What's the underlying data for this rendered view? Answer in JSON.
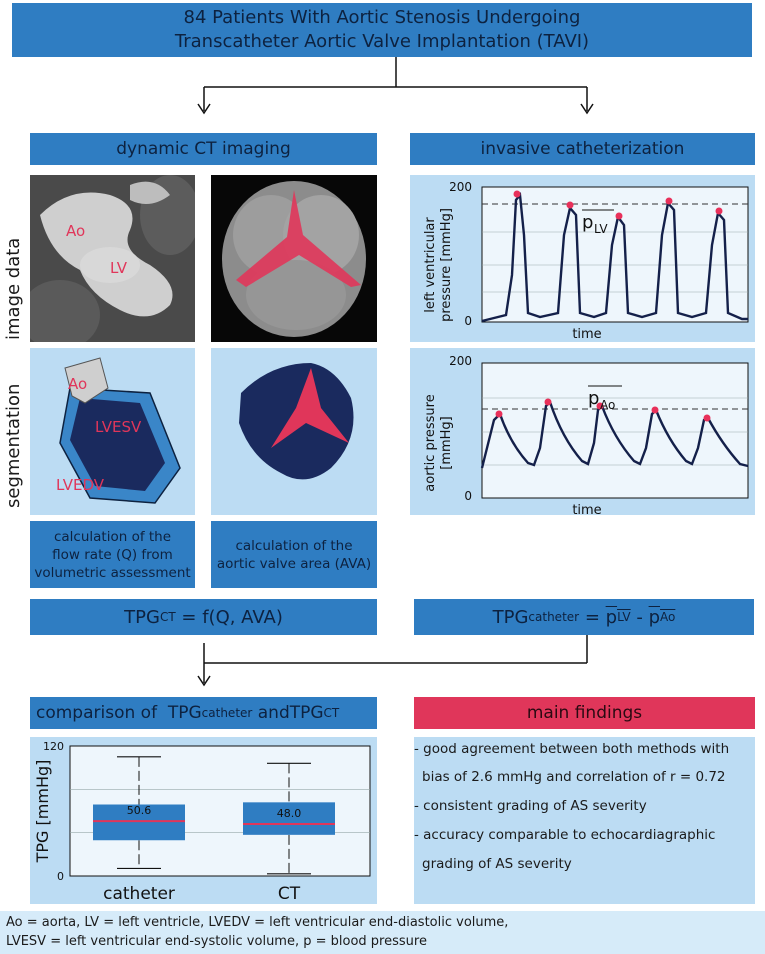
{
  "header": {
    "line1": "84 Patients With Aortic Stenosis Undergoing",
    "line2": "Transcatheter Aortic Valve Implantation (TAVI)"
  },
  "left_column": {
    "title": "dynamic CT imaging"
  },
  "right_column": {
    "title": "invasive catheterization"
  },
  "row_labels": {
    "image_data": "image data",
    "segmentation": "segmentation"
  },
  "image_labels": {
    "ao": "Ao",
    "lv": "LV",
    "seg_ao": "Ao",
    "lvesv": "LVESV",
    "lvedv": "LVEDV"
  },
  "lv_plot": {
    "ylabel_line1": "left ventricular",
    "ylabel_line2": "pressure [mmHg]",
    "y_top": "200",
    "y_bottom": "0",
    "xlabel": "time",
    "mean_label_p": "p",
    "mean_label_sub": "LV"
  },
  "ao_plot": {
    "ylabel_line1": "aortic pressure",
    "ylabel_line2": "[mmHg]",
    "y_top": "200",
    "y_bottom": "0",
    "xlabel": "time",
    "mean_label_p": "p",
    "mean_label_sub": "Ao"
  },
  "captions": {
    "flow": [
      "calculation of the",
      "flow rate (Q) from",
      "volumetric assessment"
    ],
    "ava": [
      "calculation of  the",
      "aortic valve area (AVA)"
    ]
  },
  "formula_ct": {
    "prefix": "TPG",
    "sub": "CT",
    "rest": " = f(Q, AVA)"
  },
  "formula_cath": {
    "prefix": "TPG",
    "sub": "catheter",
    "eq": " = ",
    "p": "p",
    "lv": "LV",
    "minus": " - ",
    "ao": "Ao"
  },
  "comparison": {
    "prefix": "comparison of  ",
    "tpg1": "TPG",
    "sub1": "catheter",
    "and": " and",
    "tpg2": "TPG",
    "sub2": "CT"
  },
  "findings": {
    "title": "main findings",
    "items": [
      "- good agreement between both methods with",
      "bias of 2.6 mmHg and correlation of r = 0.72",
      "- consistent grading of AS severity",
      "- accuracy comparable to echocardiagraphic",
      "grading of AS severity"
    ]
  },
  "footer": {
    "line1": "Ao = aorta, LV = left ventricle, LVEDV = left ventricular end-diastolic volume,",
    "line2": "LVESV = left ventricular end-systolic volume, p = blood pressure"
  },
  "colors": {
    "accent_blue": "#2f7dc2",
    "panel_blue": "#bcdcf3",
    "findings_red": "#e0365a",
    "median_red": "#e0365a",
    "peak_red": "#e8305a",
    "curve_navy": "#14204a"
  },
  "chart_data": {
    "type": "box",
    "ylabel": "TPG [mmHg]",
    "ylim": [
      0,
      120
    ],
    "y_ticks": [
      "120",
      "0"
    ],
    "categories": [
      "catheter",
      "CT"
    ],
    "boxes": [
      {
        "name": "catheter",
        "median": 50.6,
        "q1": 33,
        "q3": 66,
        "whisker_low": 7,
        "whisker_high": 110
      },
      {
        "name": "CT",
        "median": 48.0,
        "q1": 38,
        "q3": 68,
        "whisker_low": 2,
        "whisker_high": 104
      }
    ],
    "median_labels": [
      "50.6",
      "48.0"
    ],
    "grid": true
  }
}
